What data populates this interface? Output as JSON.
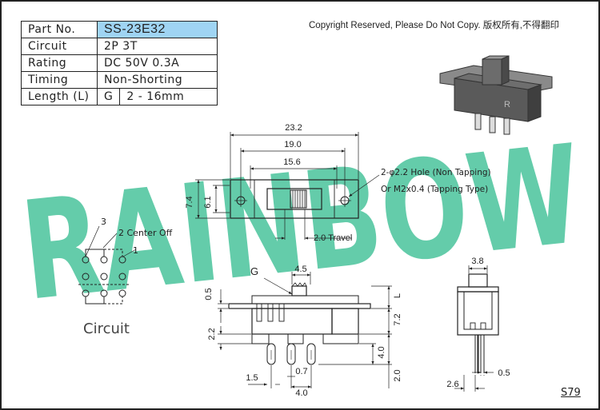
{
  "specs": {
    "part_no_label": "Part No.",
    "part_no_value": "SS-23E32",
    "circuit_label": "Circuit",
    "circuit_value": "2P 3T",
    "rating_label": "Rating",
    "rating_value": "DC 50V 0.3A",
    "timing_label": "Timing",
    "timing_value": "Non-Shorting",
    "length_label": "Length (L)",
    "length_code": "G",
    "length_value": "2 - 16mm"
  },
  "copyright": "Copyright Reserved, Please Do Not Copy. 版权所有,不得翻印",
  "watermark": "RAINBOW",
  "watermark_color": "#5ccaa6",
  "top_view": {
    "dim_overall": "23.2",
    "dim_holes": "19.0",
    "dim_slot": "15.6",
    "dim_height": "7.4",
    "dim_inner_height": "6.1",
    "hole_note_1": "2-φ2.2 Hole (Non Tapping)",
    "hole_note_2": "Or M2x0.4 (Tapping Type)",
    "travel": "2.0 Travel"
  },
  "circuit": {
    "label_3": "3",
    "label_2": "2 Center Off",
    "label_1": "1",
    "caption": "Circuit"
  },
  "front_view": {
    "label_g": "G",
    "dim_actuator": "4.5",
    "dim_05": "0.5",
    "dim_l": "L",
    "dim_22": "2.2",
    "dim_72": "7.2",
    "dim_40_v": "4.0",
    "dim_15": "1.5",
    "dim_07": "0.7",
    "dim_40_h": "4.0",
    "dim_20": "2.0"
  },
  "side_view": {
    "dim_38": "3.8",
    "dim_26": "2.6",
    "dim_05": "0.5"
  },
  "photo_mark": "R",
  "drawing_code": "S79"
}
